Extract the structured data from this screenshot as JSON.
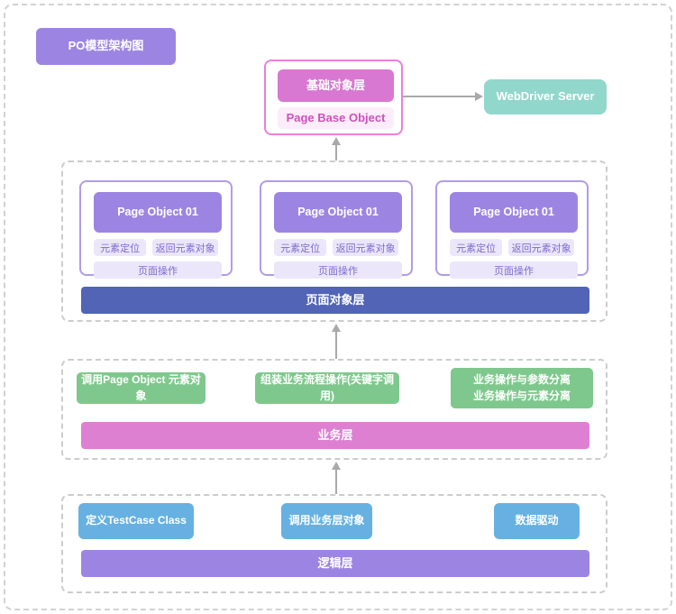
{
  "title_badge": {
    "label": "PO模型架构图"
  },
  "base_object": {
    "button_label": "基础对象层",
    "sub_label": "Page Base Object"
  },
  "webdriver": {
    "label": "WebDriver Server"
  },
  "page_object_layer": {
    "bar_label": "页面对象层",
    "groups": [
      {
        "title": "Page Object 01",
        "chips": [
          "元素定位",
          "返回元素对象",
          "页面操作"
        ]
      },
      {
        "title": "Page Object 01",
        "chips": [
          "元素定位",
          "返回元素对象",
          "页面操作"
        ]
      },
      {
        "title": "Page Object 01",
        "chips": [
          "元素定位",
          "返回元素对象",
          "页面操作"
        ]
      }
    ]
  },
  "business_layer": {
    "bar_label": "业务层",
    "boxes": [
      {
        "lines": [
          "调用Page Object 元素对象"
        ]
      },
      {
        "lines": [
          "组装业务流程操作(关键字调用)"
        ]
      },
      {
        "lines": [
          "业务操作与参数分离",
          "业务操作与元素分离"
        ]
      }
    ]
  },
  "logic_layer": {
    "bar_label": "逻辑层",
    "boxes": [
      "定义TestCase Class",
      "调用业务层对象",
      "数据驱动"
    ]
  },
  "colors": {
    "purple": "#9c85e2",
    "pink_button": "#d878d2",
    "pink_border": "#ec7fdc",
    "pink_light_bg": "#fdecf9",
    "pink_text": "#ce50bd",
    "teal": "#92d7cb",
    "indigo_bar": "#5164b6",
    "green": "#7fc88d",
    "pink_bar": "#dd80d2",
    "blue": "#66b1e1",
    "chip_bg": "#ebe6f9",
    "chip_text": "#7e6bd1",
    "arrow_gray": "#a9a9a9"
  }
}
